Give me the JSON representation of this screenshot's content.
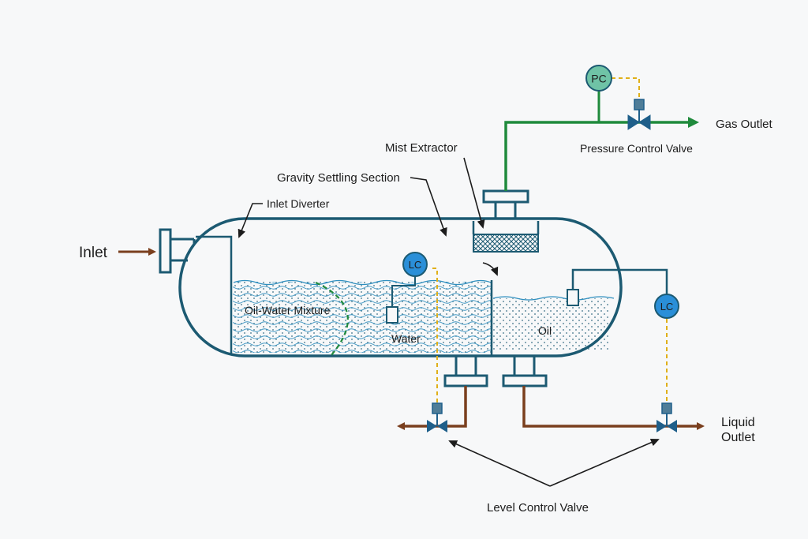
{
  "labels": {
    "inlet": "Inlet",
    "gas_outlet": "Gas Outlet",
    "pressure_control_valve": "Pressure Control Valve",
    "mist_extractor": "Mist Extractor",
    "gravity_settling_section": "Gravity Settling Section",
    "inlet_diverter": "Inlet Diverter",
    "oil_water_mixture": "Oil-Water Mixture",
    "water": "Water",
    "oil": "Oil",
    "liquid_outlet_line1": "Liquid",
    "liquid_outlet_line2": "Outlet",
    "level_control_valve": "Level Control Valve"
  },
  "instruments": {
    "pressure_controller": "PC",
    "level_controller_water": "LC",
    "level_controller_oil": "LC"
  },
  "colors": {
    "vessel": "#1c5a72",
    "gas_line": "#1f8a3c",
    "liquid_line": "#7a3f1e",
    "signal_line": "#e0b01a",
    "instrument_blue": "#2a8fd8",
    "instrument_pc": "#6fc3a6",
    "valve": "#1f5f8a",
    "wave": "#2f8fbf"
  },
  "icons": {
    "valve": "gate-valve-icon",
    "actuator": "valve-actuator-icon",
    "flow_arrow": "arrow-right-icon"
  }
}
